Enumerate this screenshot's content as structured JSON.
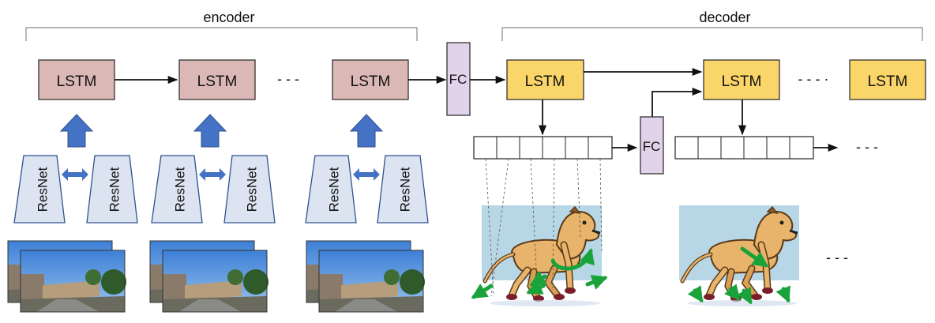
{
  "encoder": {
    "label": "encoder",
    "lstm_label": "LSTM",
    "resnet_label": "ResNet",
    "dots": "- - -"
  },
  "fc": {
    "label": "FC"
  },
  "decoder": {
    "label": "decoder",
    "lstm_label": "LSTM",
    "dots": "- - - ·",
    "trailing_dots": "- - -"
  },
  "colors": {
    "lstm_encoder": "#dbb8b6",
    "lstm_decoder": "#fad56a",
    "fc": "#e3d3ea",
    "resnet": "#dce4f2",
    "up_arrow": "#4472c4",
    "dog_bg": "#b8d7e6",
    "motion_arrow": "#1aa33a"
  },
  "icons": [
    "camera-frame-stack",
    "dog-sprite",
    "motion-arrow"
  ]
}
